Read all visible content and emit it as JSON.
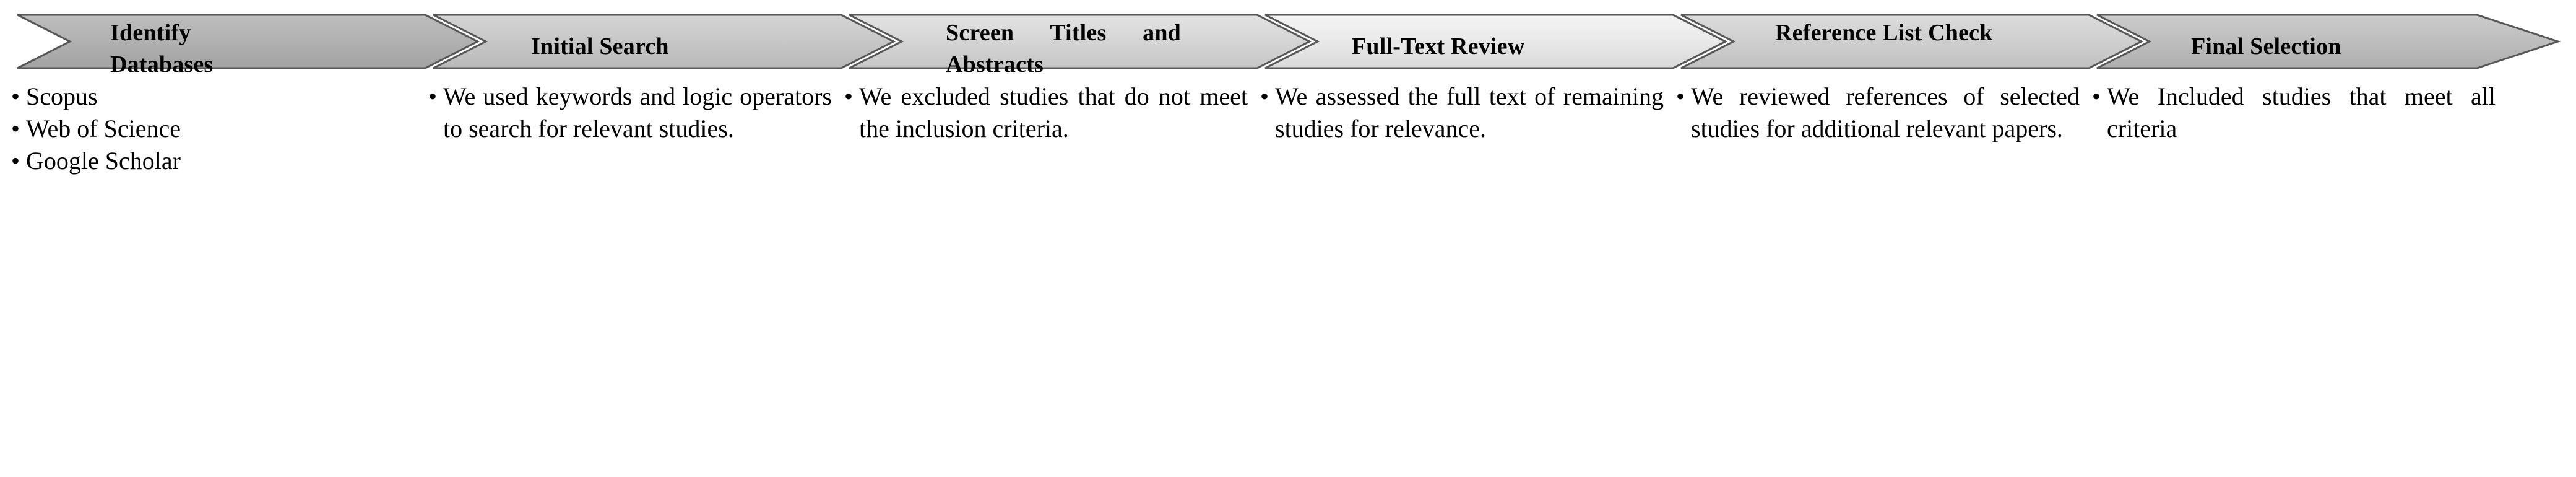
{
  "diagram": {
    "title": "Literature review selection process",
    "bullet_glyph": "•",
    "stages": [
      {
        "label": "Identify Databases",
        "fill_top": "#b7b7b7",
        "fill_bottom": "#a6a6a6",
        "stroke": "#5a5a5a",
        "justify": true,
        "bullets": [
          "Scopus",
          "Web of Science",
          "Google Scholar"
        ],
        "bullets_justified": false
      },
      {
        "label": "Initial Search",
        "fill_top": "#cfcfcf",
        "fill_bottom": "#bdbdbd",
        "stroke": "#5a5a5a",
        "justify": false,
        "bullets": [
          "We used keywords and logic operators to search for relevant studies."
        ],
        "bullets_justified": true
      },
      {
        "label": "Screen Titles and Abstracts",
        "fill_top": "#dedede",
        "fill_bottom": "#c9c9c9",
        "stroke": "#5a5a5a",
        "justify": true,
        "bullets": [
          "We excluded studies that do not meet the inclusion criteria."
        ],
        "bullets_justified": true
      },
      {
        "label": "Full-Text Review",
        "fill_top": "#f0f0f0",
        "fill_bottom": "#dcdcdc",
        "stroke": "#5a5a5a",
        "justify": false,
        "bullets": [
          "We assessed the full text of remaining studies for relevance."
        ],
        "bullets_justified": true
      },
      {
        "label": "Reference List Check",
        "fill_top": "#d8d8d8",
        "fill_bottom": "#c4c4c4",
        "stroke": "#5a5a5a",
        "justify": true,
        "bullets": [
          "We reviewed references of selected studies for additional relevant papers."
        ],
        "bullets_justified": true
      },
      {
        "label": "Final Selection",
        "fill_top": "#c6c6c6",
        "fill_bottom": "#b3b3b3",
        "stroke": "#5a5a5a",
        "justify": false,
        "bullets": [
          "We Included studies that meet all criteria"
        ],
        "bullets_justified": true
      }
    ]
  }
}
